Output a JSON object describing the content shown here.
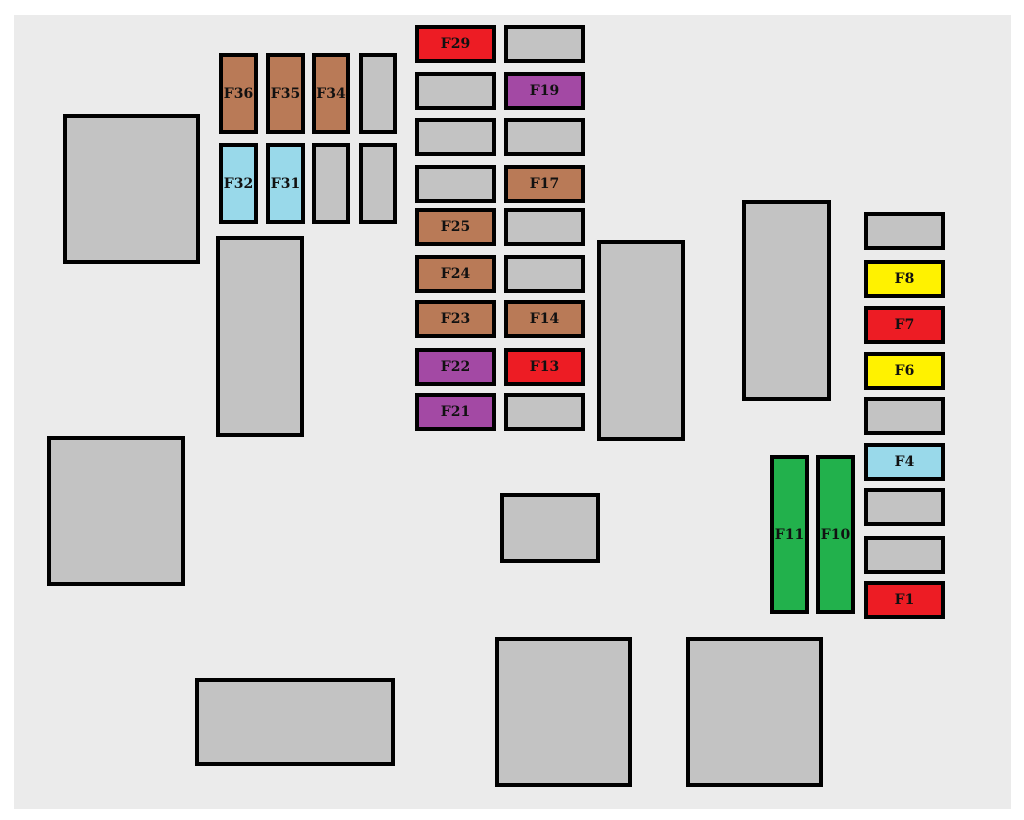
{
  "colors": {
    "blank": "#c3c3c3",
    "red": "#ed1c24",
    "brown": "#b97a57",
    "purple": "#a349a4",
    "light_blue": "#99d9ea",
    "yellow": "#fff200",
    "green": "#22b14c"
  },
  "fuses": {
    "F36": {
      "label": "F36",
      "color": "#b97a57"
    },
    "F35": {
      "label": "F35",
      "color": "#b97a57"
    },
    "F34": {
      "label": "F34",
      "color": "#b97a57"
    },
    "F32": {
      "label": "F32",
      "color": "#99d9ea"
    },
    "F31": {
      "label": "F31",
      "color": "#99d9ea"
    },
    "F29": {
      "label": "F29",
      "color": "#ed1c24"
    },
    "F25": {
      "label": "F25",
      "color": "#b97a57"
    },
    "F24": {
      "label": "F24",
      "color": "#b97a57"
    },
    "F23": {
      "label": "F23",
      "color": "#b97a57"
    },
    "F22": {
      "label": "F22",
      "color": "#a349a4"
    },
    "F21": {
      "label": "F21",
      "color": "#a349a4"
    },
    "F19": {
      "label": "F19",
      "color": "#a349a4"
    },
    "F17": {
      "label": "F17",
      "color": "#b97a57"
    },
    "F14": {
      "label": "F14",
      "color": "#b97a57"
    },
    "F13": {
      "label": "F13",
      "color": "#ed1c24"
    },
    "F11": {
      "label": "F11",
      "color": "#22b14c"
    },
    "F10": {
      "label": "F10",
      "color": "#22b14c"
    },
    "F8": {
      "label": "F8",
      "color": "#fff200"
    },
    "F7": {
      "label": "F7",
      "color": "#ed1c24"
    },
    "F6": {
      "label": "F6",
      "color": "#fff200"
    },
    "F4": {
      "label": "F4",
      "color": "#99d9ea"
    },
    "F1": {
      "label": "F1",
      "color": "#ed1c24"
    }
  }
}
